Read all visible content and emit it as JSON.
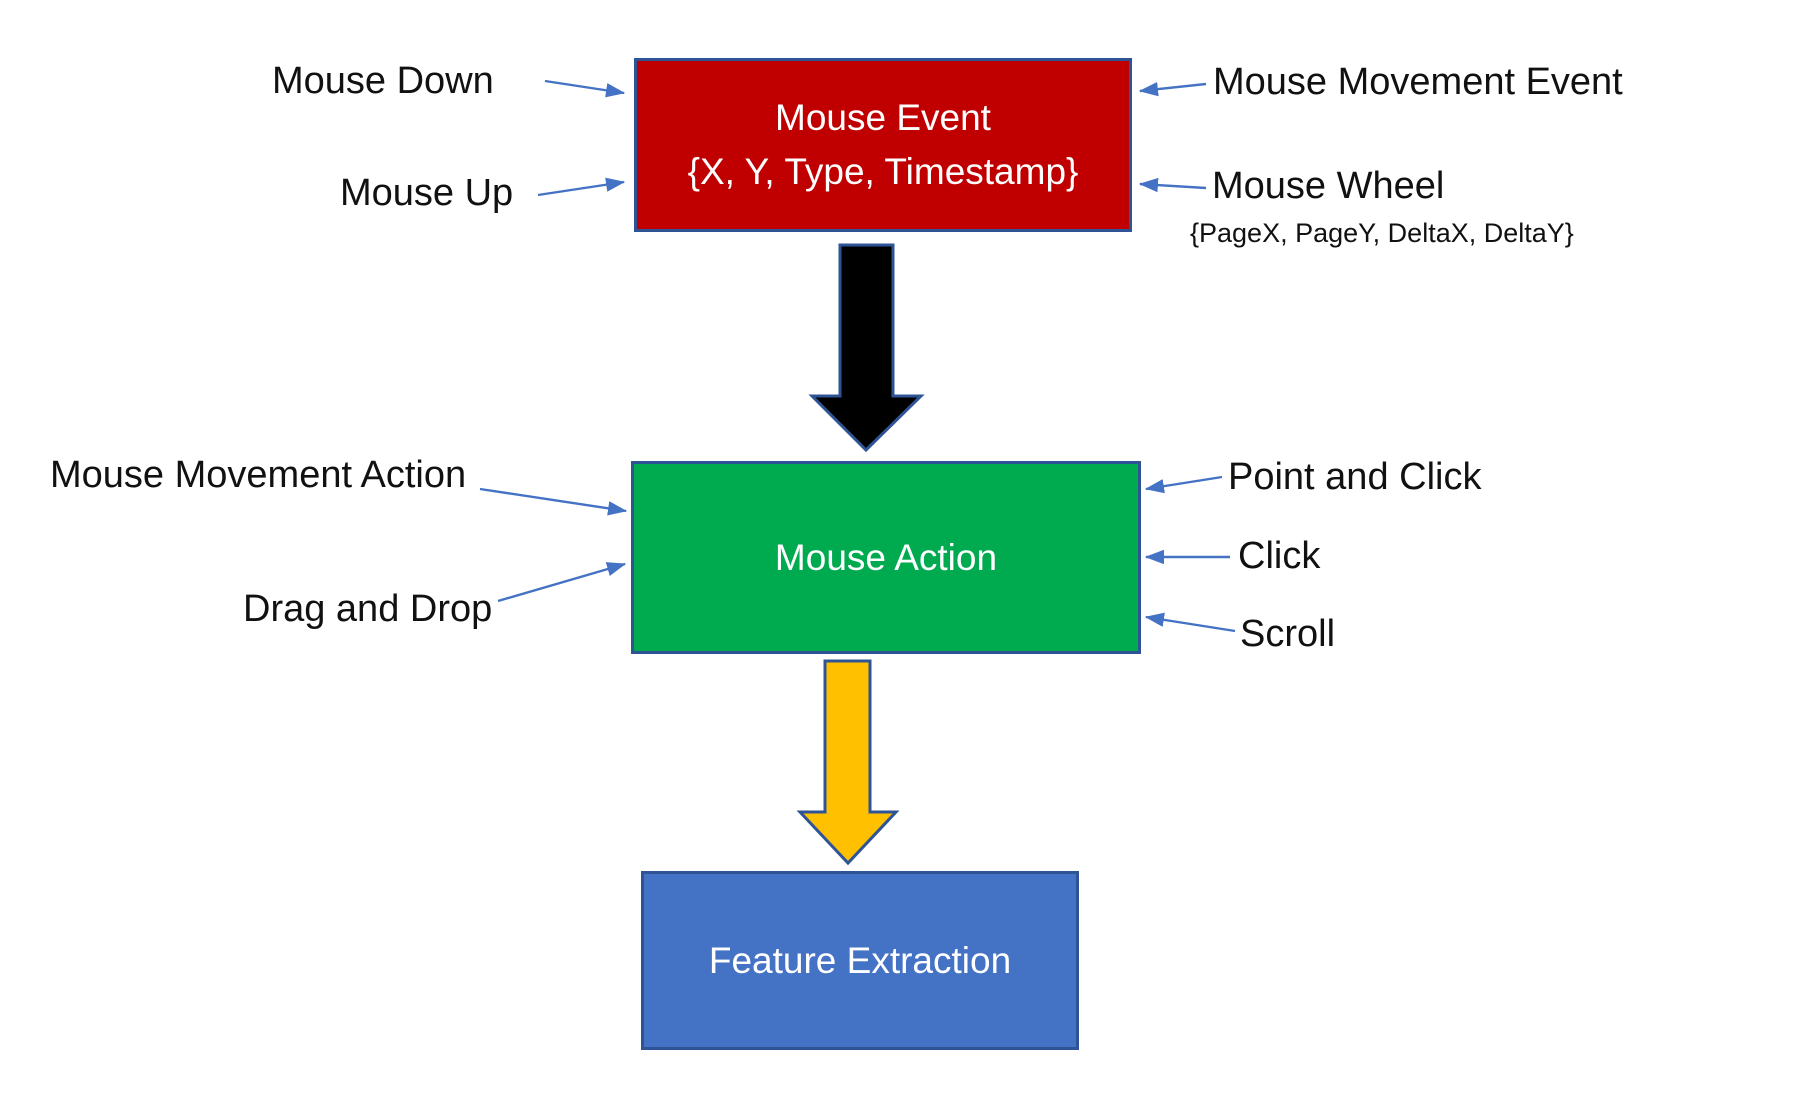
{
  "diagram": {
    "event_box": {
      "title": "Mouse Event",
      "subtitle": "{X, Y, Type, Timestamp}"
    },
    "action_box": {
      "title": "Mouse Action"
    },
    "feature_box": {
      "title": "Feature Extraction"
    },
    "labels": {
      "mouse_down": "Mouse Down",
      "mouse_up": "Mouse Up",
      "mouse_movement_event": "Mouse Movement Event",
      "mouse_wheel": "Mouse Wheel",
      "mouse_wheel_detail": "{PageX, PageY, DeltaX, DeltaY}",
      "mouse_movement_action": "Mouse Movement Action",
      "drag_and_drop": "Drag and Drop",
      "point_and_click": "Point and Click",
      "click": "Click",
      "scroll": "Scroll"
    },
    "colors": {
      "event_box_fill": "#C00000",
      "action_box_fill": "#00AB50",
      "feature_box_fill": "#4472C4",
      "box_border": "#2F5496",
      "connector": "#4472C4",
      "flow_arrow_black": "#000000",
      "flow_arrow_gold": "#FFC000",
      "box_text": "#FFFFFF",
      "label_text": "#111111"
    }
  }
}
